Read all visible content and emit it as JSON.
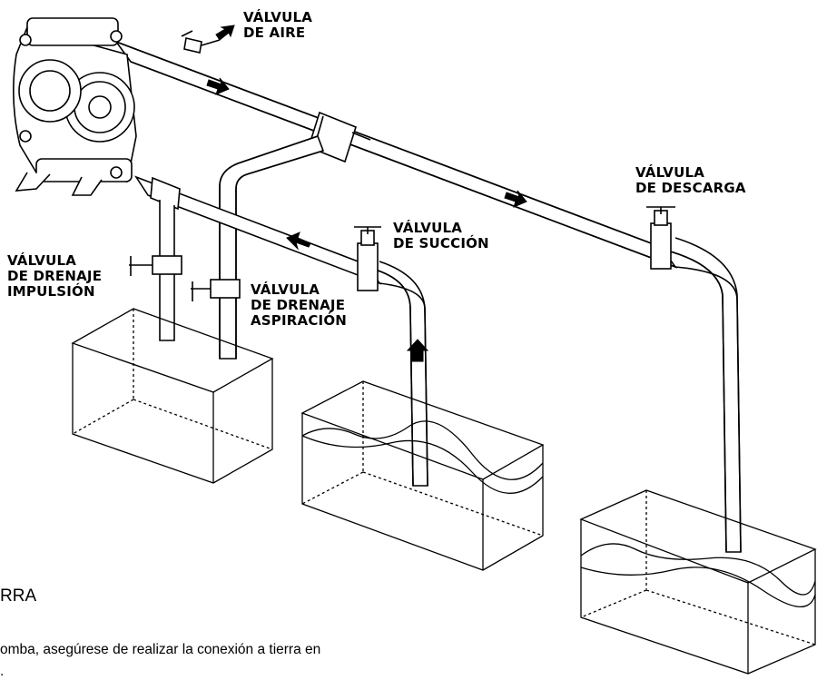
{
  "labels": {
    "air_valve": [
      "VÁLVULA",
      "DE AIRE"
    ],
    "discharge_valve": [
      "VÁLVULA",
      "DE DESCARGA"
    ],
    "suction_valve": [
      "VÁLVULA",
      "DE SUCCIÓN"
    ],
    "drain_discharge": [
      "VÁLVULA",
      "DE DRENAJE",
      "IMPULSIÓN"
    ],
    "drain_suction": [
      "VÁLVULA",
      "DE DRENAJE",
      "ASPIRACIÓN"
    ]
  },
  "text": {
    "heading": "RRA",
    "body_line1": "omba, asegúrese de realizar la conexión a tierra en",
    "body_line2": "."
  },
  "colors": {
    "line": "#000000",
    "background": "#ffffff"
  }
}
